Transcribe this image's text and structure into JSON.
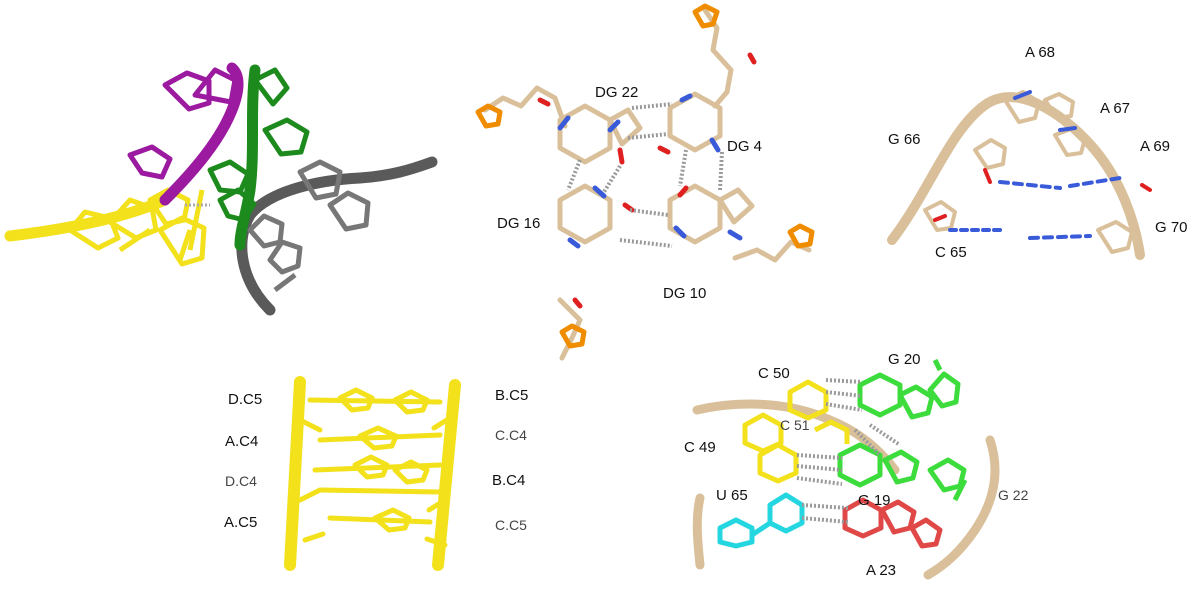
{
  "colors": {
    "tan": "#d9c09a",
    "carbon": "#d9c09a",
    "nitrogen": "#3a5bd9",
    "oxygen": "#e02020",
    "phosphorus": "#f08c00",
    "hbond": "#9a9a9a",
    "yellow": "#f2e11b",
    "purple": "#9b1aa0",
    "green": "#1c8a1c",
    "grey": "#6f6f6f",
    "light_green": "#3ddc3d",
    "cyan": "#24d6e0",
    "red": "#e04848"
  },
  "panels": {
    "strands": {},
    "quartet": {
      "labels": {
        "dg22": "DG 22",
        "dg4": "DG 4",
        "dg16": "DG 16",
        "dg10": "DG 10"
      }
    },
    "loop": {
      "labels": {
        "a68": "A 68",
        "a67": "A 67",
        "g66": "G 66",
        "a69": "A 69",
        "g70": "G 70",
        "c65": "C 65"
      }
    },
    "imotif": {
      "labels": {
        "dc5": "D.C5",
        "bc5": "B.C5",
        "ac4": "A.C4",
        "cc4": "C.C4",
        "dc4": "D.C4",
        "bc4": "B.C4",
        "ac5": "A.C5",
        "cc5": "C.C5"
      }
    },
    "triple": {
      "labels": {
        "c50": "C 50",
        "g20": "G 20",
        "c51": "C 51",
        "c49": "C 49",
        "u65": "U 65",
        "g19": "G 19",
        "g22": "G 22",
        "a23": "A 23"
      }
    }
  }
}
